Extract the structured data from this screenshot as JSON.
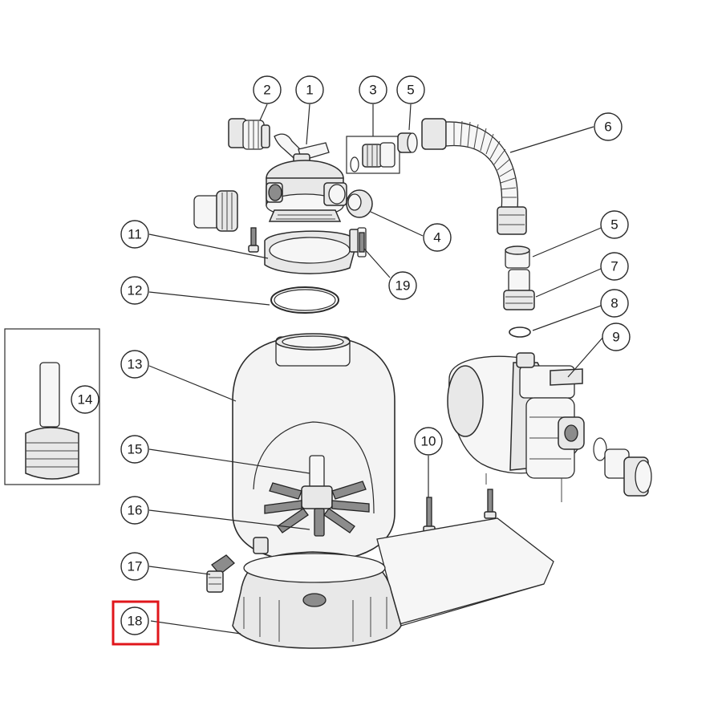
{
  "diagram": {
    "highlight_color": "#e0161b",
    "callouts": [
      {
        "id": "c2",
        "number": "2"
      },
      {
        "id": "c1",
        "number": "1"
      },
      {
        "id": "c3",
        "number": "3"
      },
      {
        "id": "c5a",
        "number": "5"
      },
      {
        "id": "c6",
        "number": "6"
      },
      {
        "id": "c4",
        "number": "4"
      },
      {
        "id": "c5b",
        "number": "5"
      },
      {
        "id": "c11",
        "number": "11"
      },
      {
        "id": "c19",
        "number": "19"
      },
      {
        "id": "c7",
        "number": "7"
      },
      {
        "id": "c12",
        "number": "12"
      },
      {
        "id": "c8",
        "number": "8"
      },
      {
        "id": "c9",
        "number": "9"
      },
      {
        "id": "c13",
        "number": "13"
      },
      {
        "id": "c14",
        "number": "14"
      },
      {
        "id": "c10",
        "number": "10"
      },
      {
        "id": "c15",
        "number": "15"
      },
      {
        "id": "c16",
        "number": "16"
      },
      {
        "id": "c17",
        "number": "17"
      },
      {
        "id": "c18",
        "number": "18",
        "highlighted": true
      }
    ]
  }
}
